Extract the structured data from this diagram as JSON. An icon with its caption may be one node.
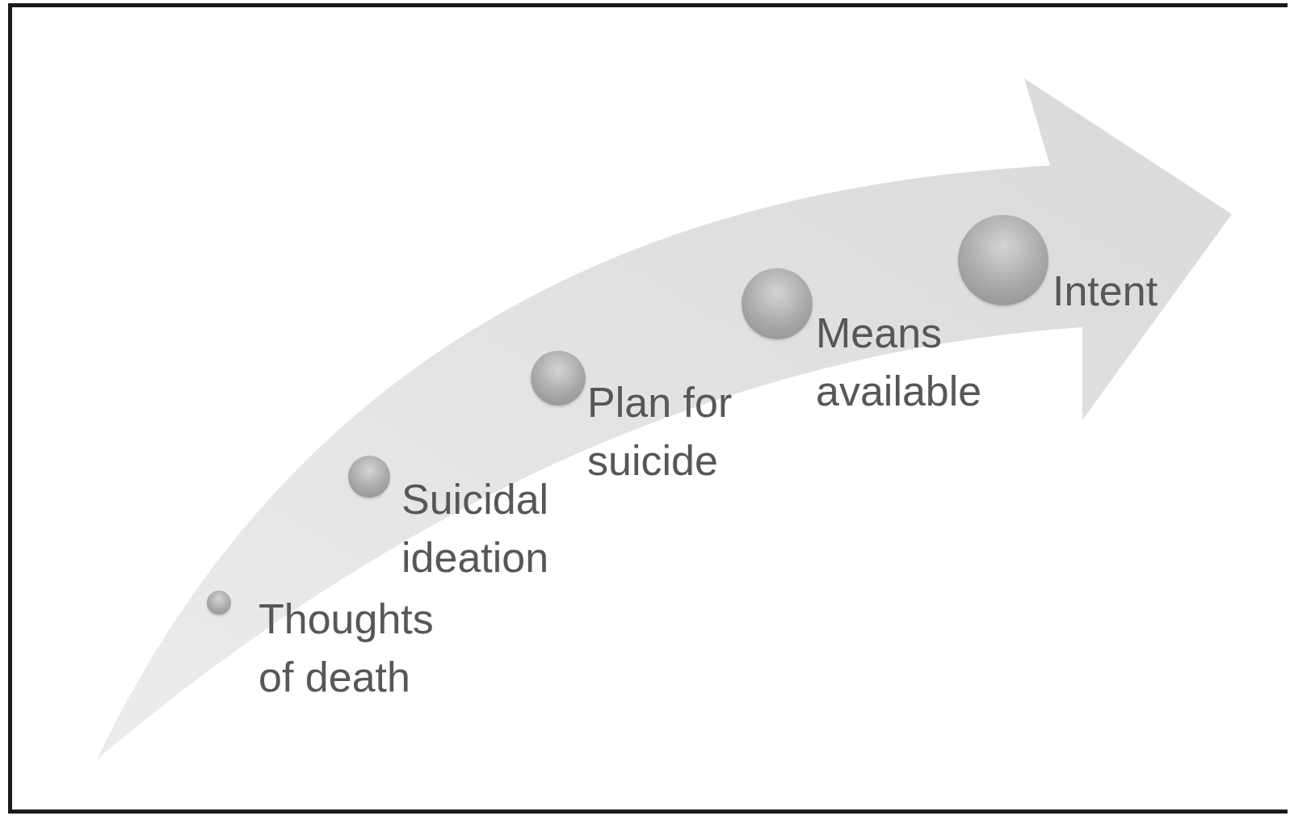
{
  "diagram": {
    "nodes": [
      {
        "text": [],
        "shape": "circle",
        "beside": [
          "Thoughts of death"
        ]
      },
      {
        "text": [],
        "shape": "circle",
        "beside": [
          "Suicidal ideation"
        ]
      },
      {
        "text": [],
        "shape": "circle",
        "beside": [
          "Plan for suicide"
        ]
      },
      {
        "text": [],
        "shape": "circle",
        "beside": [
          "Means available"
        ]
      },
      {
        "text": [],
        "shape": "circle",
        "beside": [
          "Intent"
        ]
      }
    ]
  }
}
